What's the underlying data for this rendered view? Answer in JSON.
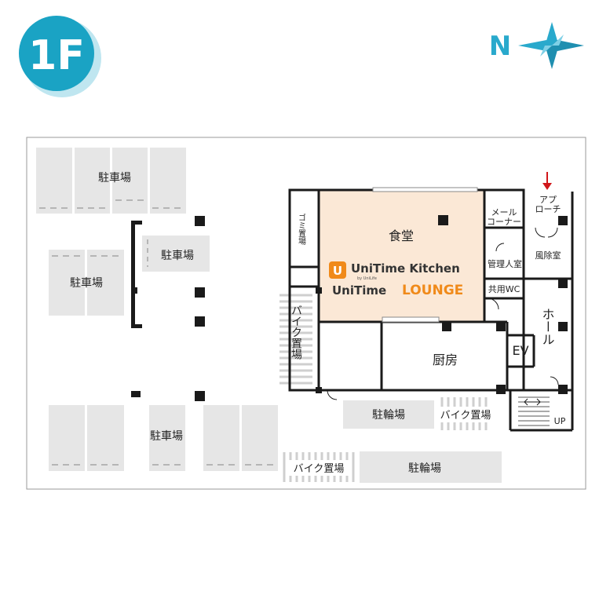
{
  "floor": {
    "label": "1F",
    "color": "#1aa3c4"
  },
  "compass": {
    "label": "N",
    "color": "#29a9cc"
  },
  "rooms": {
    "dining": "食堂",
    "kitchen": "厨房",
    "garbage": "ゴミ置場",
    "mail_corner": "メール\nコーナー",
    "manager_room": "管理人室",
    "shared_wc": "共用WC",
    "windbreak": "風除室",
    "hall": "ホール",
    "ev": "EV",
    "up": "UP",
    "approach": "アプ\nローチ"
  },
  "parking": {
    "car": "駐車場",
    "bike_parking": "バイク置場",
    "bicycle": "駐輪場"
  },
  "logos": {
    "kitchen_text": "UniTime Kitchen",
    "kitchen_byline": "by UniLife",
    "lounge_prefix": "UniTime",
    "lounge_word": "LOUNGE",
    "lounge_color": "#f08a1a"
  },
  "colors": {
    "dining_fill": "#fbe8d6",
    "parking_fill": "#e6e6e6",
    "wall": "#1a1a1a",
    "approach_arrow": "#d0161a"
  }
}
